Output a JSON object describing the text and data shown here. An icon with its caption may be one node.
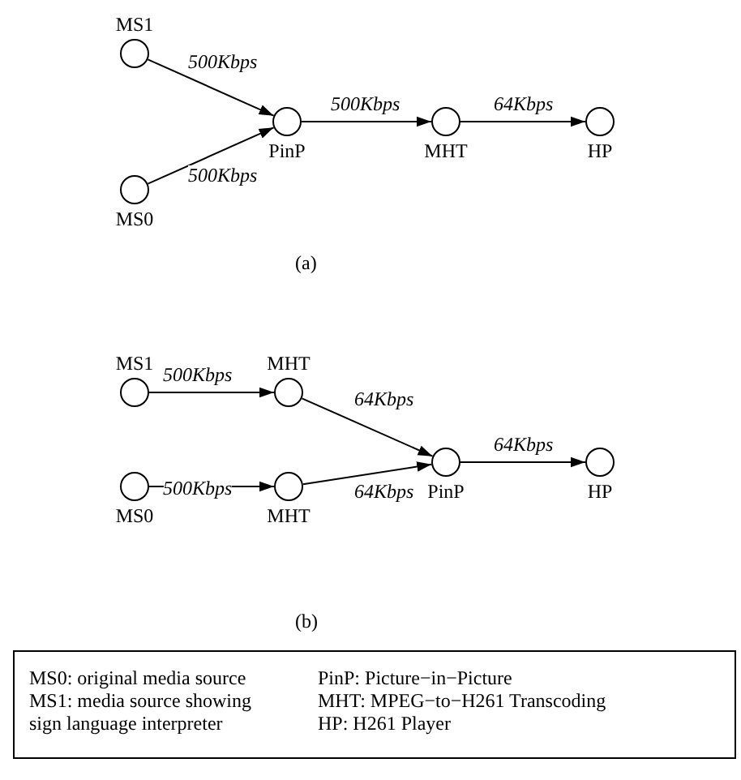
{
  "diagram": {
    "nodes": [
      {
        "text": [
          "MS1"
        ]
      },
      {
        "text": [
          "MS0"
        ]
      },
      {
        "text": [
          "PinP"
        ]
      },
      {
        "text": [
          "MHT"
        ]
      },
      {
        "text": [
          "HP"
        ]
      },
      {
        "text": [
          "MS1"
        ]
      },
      {
        "text": [
          "MHT"
        ]
      },
      {
        "text": [
          "MS0"
        ]
      },
      {
        "text": [
          "MHT"
        ]
      },
      {
        "text": [
          "PinP"
        ]
      },
      {
        "text": [
          "HP"
        ]
      }
    ],
    "edges": [
      {
        "from": 0,
        "to": 2,
        "arrow": "to",
        "label": "500Kbps"
      },
      {
        "from": 1,
        "to": 2,
        "arrow": "to",
        "label": "500Kbps"
      },
      {
        "from": 2,
        "to": 3,
        "arrow": "to",
        "label": "500Kbps"
      },
      {
        "from": 3,
        "to": 4,
        "arrow": "to",
        "label": "64Kbps"
      },
      {
        "from": 5,
        "to": 6,
        "arrow": "to",
        "label": "500Kbps"
      },
      {
        "from": 7,
        "to": 8,
        "arrow": "to",
        "label": "500Kbps"
      },
      {
        "from": 6,
        "to": 9,
        "arrow": "to",
        "label": "64Kbps"
      },
      {
        "from": 8,
        "to": 9,
        "arrow": "to",
        "label": "64Kbps"
      },
      {
        "from": 9,
        "to": 10,
        "arrow": "to",
        "label": "64Kbps"
      }
    ],
    "labels": [
      "(a)",
      "(b)",
      "MS0: original media source",
      "MS1: media source showing sign language interpreter",
      "PinP: Picture−in−Picture",
      "MHT: MPEG−to−H261 Transcoding",
      "HP: H261 Player"
    ]
  }
}
